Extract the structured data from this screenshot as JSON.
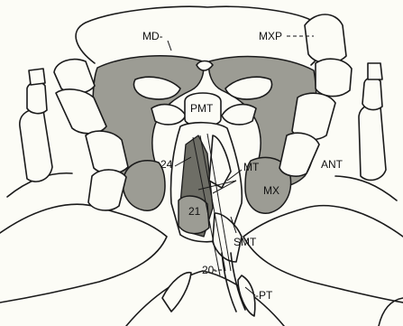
{
  "labels": {
    "md": "MD-",
    "mxp": "MXP",
    "pmt": "PMT",
    "ant": "ANT",
    "mt": "MT",
    "mx": "MX",
    "n24": "24",
    "n21": "21",
    "smt": "SMT",
    "n20": "20-",
    "pt": "-PT"
  },
  "colors": {
    "shading": "#9c9c94",
    "dark_shading": "#6e6e66",
    "ink": "#1a1a1a",
    "paper": "#fcfcf6"
  }
}
